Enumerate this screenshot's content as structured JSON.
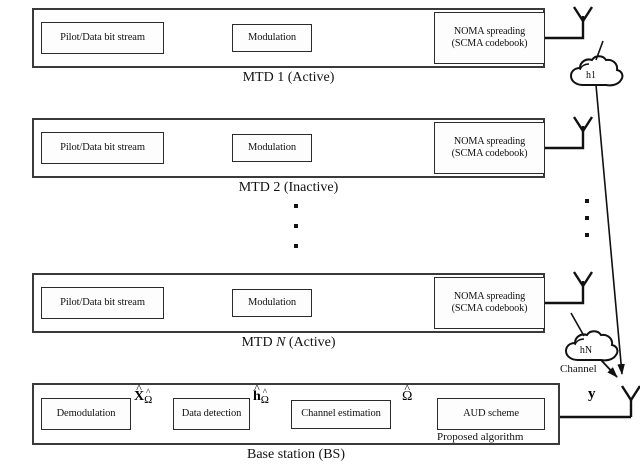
{
  "figure": {
    "title": "Uplink grant-free NOMA system block diagram",
    "background_color": "#ffffff",
    "line_color": "#2b2b2b"
  },
  "devices": [
    {
      "id": "mtd1",
      "caption_prefix": "MTD",
      "caption_index": "1",
      "caption_state": "(Active)",
      "caption": "MTD 1 (Active)",
      "blocks": [
        {
          "name": "bit-stream",
          "label": "Pilot/Data bit stream"
        },
        {
          "name": "modulation",
          "label": "Modulation"
        },
        {
          "name": "noma-spreading",
          "label_line1": "NOMA spreading",
          "label_line2": "(SCMA codebook)"
        }
      ],
      "antenna": "antenna-icon"
    },
    {
      "id": "mtd2",
      "caption_prefix": "MTD",
      "caption_index": "2",
      "caption_state": "(Inactive)",
      "caption": "MTD 2 (Inactive)",
      "blocks": [
        {
          "name": "bit-stream",
          "label": "Pilot/Data bit stream"
        },
        {
          "name": "modulation",
          "label": "Modulation"
        },
        {
          "name": "noma-spreading",
          "label_line1": "NOMA spreading",
          "label_line2": "(SCMA codebook)"
        }
      ],
      "antenna": "antenna-icon"
    },
    {
      "id": "mtdN",
      "caption_prefix": "MTD",
      "caption_index": "N",
      "caption_state": "(Active)",
      "caption": "MTD N (Active)",
      "blocks": [
        {
          "name": "bit-stream",
          "label": "Pilot/Data bit stream"
        },
        {
          "name": "modulation",
          "label": "Modulation"
        },
        {
          "name": "noma-spreading",
          "label_line1": "NOMA spreading",
          "label_line2": "(SCMA codebook)"
        }
      ],
      "antenna": "antenna-icon"
    }
  ],
  "base_station": {
    "caption": "Base station (BS)",
    "note": "Proposed algorithm",
    "blocks": [
      {
        "name": "demodulation",
        "label": "Demodulation"
      },
      {
        "name": "data-detection",
        "label": "Data detection"
      },
      {
        "name": "channel-estimation",
        "label": "Channel estimation"
      },
      {
        "name": "aud-scheme",
        "label": "AUD scheme"
      }
    ],
    "signal_labels": [
      {
        "name": "x-hat-omega-hat",
        "base": "X",
        "sub": "Ω",
        "hat_base": true,
        "hat_sub": true,
        "bold_base": true
      },
      {
        "name": "h-hat-omega-hat",
        "base": "h",
        "sub": "Ω",
        "hat_base": true,
        "hat_sub": true,
        "bold_base": true
      },
      {
        "name": "omega-hat",
        "base": "Ω",
        "sub": "",
        "hat_base": true,
        "hat_sub": false,
        "bold_base": false
      }
    ],
    "received_signal_label": "y",
    "antenna": "antenna-icon"
  },
  "channel": {
    "label": "Channel",
    "clouds": [
      {
        "name": "cloud-h1",
        "label": "h1"
      },
      {
        "name": "cloud-hN",
        "label": "hN"
      }
    ]
  },
  "ellipses": [
    {
      "name": "vertical-ellipsis-devices",
      "dots": 3
    },
    {
      "name": "vertical-ellipsis-antennas",
      "dots": 3
    }
  ]
}
